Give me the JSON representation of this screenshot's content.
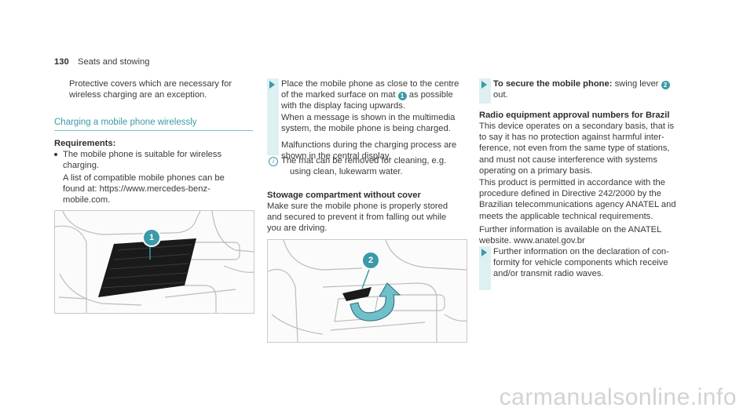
{
  "header": {
    "page_number": "130",
    "section": "Seats and stowing"
  },
  "col1": {
    "intro": [
      "Protective covers which are necessary for",
      "wireless charging are an exception."
    ],
    "heading": "Charging a mobile phone wirelessly",
    "req_label": "Requirements:",
    "req_bullet": [
      "The mobile phone is suitable for wireless",
      "charging."
    ],
    "req_para": [
      "A list of compatible mobile phones can be",
      "found at: https://www.mercedes-benz-",
      "mobile.com."
    ],
    "figure_marker": "1"
  },
  "col2": {
    "step1_a": "Place the mobile phone as close to the centre",
    "step1_b_pre": "of the marked surface on mat",
    "step1_marker": "1",
    "step1_b_post": "as possible",
    "step1_rest": [
      "with the display facing upwards.",
      "When a message is shown in the multimedia",
      "system, the mobile phone is being charged."
    ],
    "step1_note": [
      "Malfunctions during the charging process are",
      "shown in the central display."
    ],
    "info_icon": "i",
    "info": [
      "The mat can be removed for cleaning, e.g.",
      "using clean, lukewarm water."
    ],
    "heading2": "Stowage compartment without cover",
    "para": [
      "Make sure the mobile phone is properly stored",
      "and secured to prevent it from falling out while",
      "you are driving."
    ],
    "figure_marker": "2"
  },
  "col3": {
    "step_bold": "To secure the mobile phone:",
    "step_text": "swing lever",
    "step_marker": "2",
    "step_out": "out.",
    "heading": "Radio equipment approval numbers for Brazil",
    "para1": [
      "This device operates on a secondary basis, that is",
      "to say it has no protection against harmful inter-",
      "ference, not even from the same type of stations,",
      "and must not cause interference with systems",
      "operating on a primary basis."
    ],
    "para2": [
      "This product is permitted in accordance with the",
      "procedure defined in Directive 242/2000 by the",
      "Brazilian telecommunications agency ANATEL and",
      "meets the applicable technical requirements."
    ],
    "para3": [
      "Further information is available on the ANATEL",
      "website. www.anatel.gov.br"
    ],
    "step2": [
      "Further information on the declaration of con-",
      "formity for vehicle components which receive",
      "and/or transmit radio waves."
    ]
  },
  "footer": {
    "watermark": "carmanualsonline.info"
  }
}
